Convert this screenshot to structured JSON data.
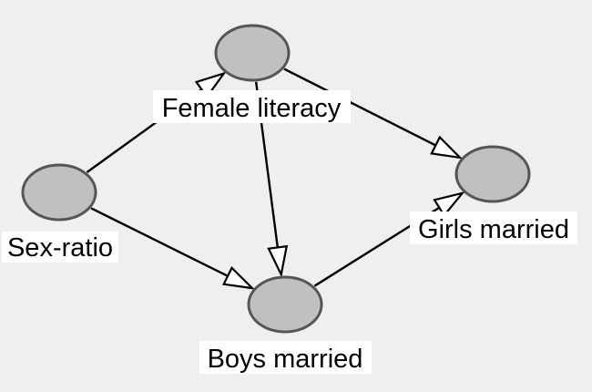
{
  "diagram": {
    "type": "directed-graph",
    "node_fill": "#c0c0c0",
    "node_stroke": "#555555",
    "background": "#efefef",
    "nodes": [
      {
        "id": "female-literacy",
        "label": "Female literacy"
      },
      {
        "id": "sex-ratio",
        "label": "Sex-ratio"
      },
      {
        "id": "girls-married",
        "label": "Girls married"
      },
      {
        "id": "boys-married",
        "label": "Boys married"
      }
    ],
    "edges": [
      {
        "from": "sex-ratio",
        "to": "female-literacy"
      },
      {
        "from": "female-literacy",
        "to": "girls-married"
      },
      {
        "from": "female-literacy",
        "to": "boys-married"
      },
      {
        "from": "sex-ratio",
        "to": "boys-married"
      },
      {
        "from": "boys-married",
        "to": "girls-married"
      }
    ]
  }
}
